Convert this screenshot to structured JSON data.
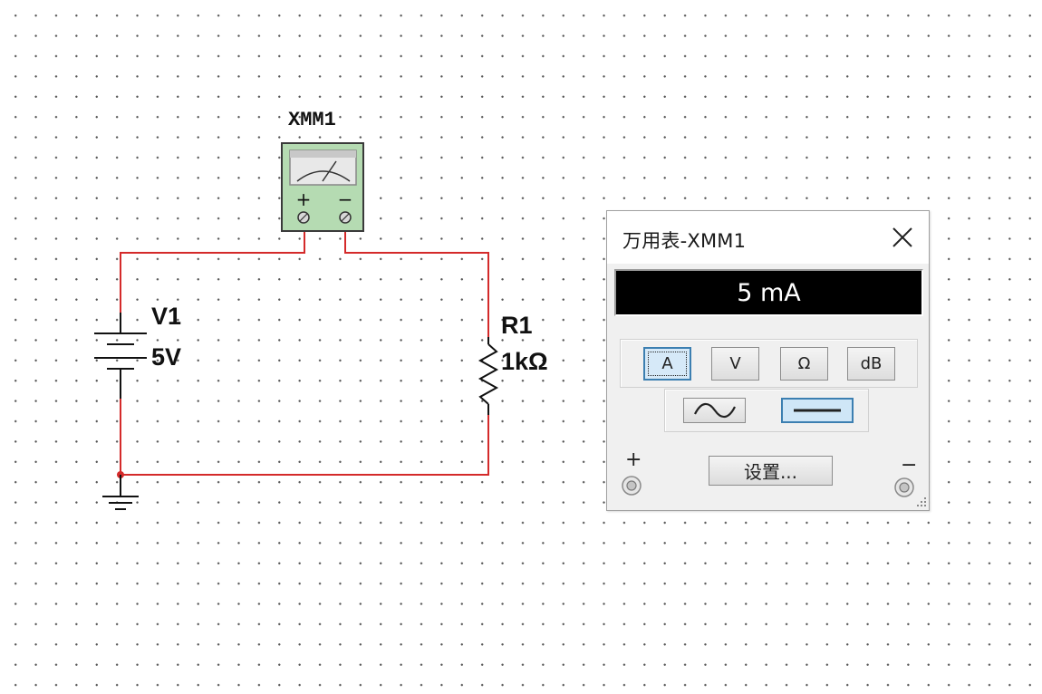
{
  "schematic": {
    "multimeter_ref": "XMM1",
    "meter_plus_sign": "+",
    "meter_minus_sign": "−",
    "source_ref": "V1",
    "source_value": "5V",
    "resistor_ref": "R1",
    "resistor_value": "1kΩ",
    "wire_color": "#d42a2a",
    "meter_body_color": "#b5dbb2"
  },
  "multimeter_panel": {
    "title": "万用表-XMM1",
    "reading": "5 mA",
    "modes": [
      {
        "label": "A",
        "active": true
      },
      {
        "label": "V",
        "active": false
      },
      {
        "label": "Ω",
        "active": false
      },
      {
        "label": "dB",
        "active": false
      }
    ],
    "waveforms": [
      {
        "icon": "ac-wave-icon",
        "active": false
      },
      {
        "icon": "dc-line-icon",
        "active": true
      }
    ],
    "settings_label": "设置...",
    "plus_label": "+",
    "minus_label": "−",
    "accent_color": "#3c7fb1"
  }
}
